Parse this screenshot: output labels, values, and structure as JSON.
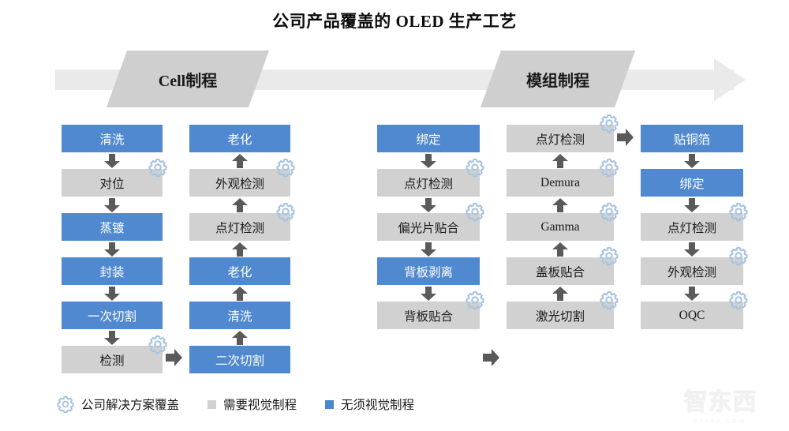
{
  "title": "公司产品覆盖的 OLED 生产工艺",
  "banners": [
    {
      "label": "Cell制程"
    },
    {
      "label": "模组制程"
    }
  ],
  "colors": {
    "blue": "#5089cf",
    "gray": "#d1d1d1",
    "gear": "#a8c4e2",
    "arrow": "#5a5a5a",
    "band": "#eaeaea",
    "banner": "#cfcfcf"
  },
  "columns": [
    {
      "name": "cell-column-1",
      "direction": "down",
      "nodes": [
        {
          "label": "清洗",
          "type": "blue",
          "gear": false
        },
        {
          "label": "对位",
          "type": "gray",
          "gear": true
        },
        {
          "label": "蒸镀",
          "type": "blue",
          "gear": false
        },
        {
          "label": "封装",
          "type": "blue",
          "gear": false
        },
        {
          "label": "一次切割",
          "type": "blue",
          "gear": false
        },
        {
          "label": "检测",
          "type": "gray",
          "gear": true
        }
      ]
    },
    {
      "name": "cell-column-2",
      "direction": "up",
      "nodes": [
        {
          "label": "老化",
          "type": "blue",
          "gear": false
        },
        {
          "label": "外观检测",
          "type": "gray",
          "gear": true
        },
        {
          "label": "点灯检测",
          "type": "gray",
          "gear": true
        },
        {
          "label": "老化",
          "type": "blue",
          "gear": false
        },
        {
          "label": "清洗",
          "type": "blue",
          "gear": false
        },
        {
          "label": "二次切割",
          "type": "blue",
          "gear": false
        }
      ]
    },
    {
      "name": "module-column-1",
      "direction": "down",
      "nodes": [
        {
          "label": "绑定",
          "type": "blue",
          "gear": false
        },
        {
          "label": "点灯检测",
          "type": "gray",
          "gear": true
        },
        {
          "label": "偏光片贴合",
          "type": "gray",
          "gear": true
        },
        {
          "label": "背板剥离",
          "type": "blue",
          "gear": false
        },
        {
          "label": "背板贴合",
          "type": "gray",
          "gear": true
        }
      ]
    },
    {
      "name": "module-column-2",
      "direction": "up",
      "nodes": [
        {
          "label": "点灯检测",
          "type": "gray",
          "gear": true
        },
        {
          "label": "Demura",
          "type": "gray",
          "gear": true
        },
        {
          "label": "Gamma",
          "type": "gray",
          "gear": true
        },
        {
          "label": "盖板贴合",
          "type": "gray",
          "gear": true
        },
        {
          "label": "激光切割",
          "type": "gray",
          "gear": true
        }
      ]
    },
    {
      "name": "module-column-3",
      "direction": "down",
      "nodes": [
        {
          "label": "贴铜箔",
          "type": "blue",
          "gear": false
        },
        {
          "label": "绑定",
          "type": "blue",
          "gear": false
        },
        {
          "label": "点灯检测",
          "type": "gray",
          "gear": true
        },
        {
          "label": "外观检测",
          "type": "gray",
          "gear": true
        },
        {
          "label": "OQC",
          "type": "gray",
          "gear": true
        }
      ]
    }
  ],
  "legend": {
    "items": [
      {
        "marker": "gear-icon",
        "label": "公司解决方案覆盖"
      },
      {
        "marker": "gray-square",
        "label": "需要视觉制程"
      },
      {
        "marker": "blue-square",
        "label": "无须视觉制程"
      }
    ]
  },
  "watermark": {
    "main": "智东西",
    "sub": "zhidx.com"
  }
}
